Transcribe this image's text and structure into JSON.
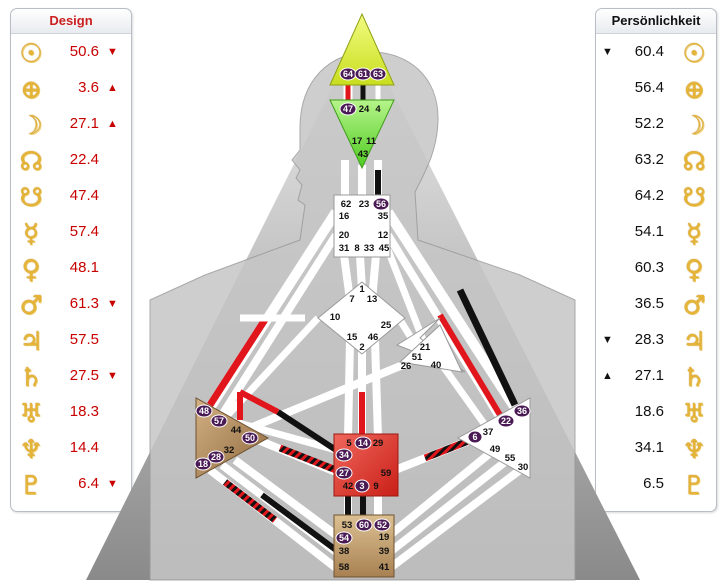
{
  "design": {
    "title": "Design",
    "rows": [
      {
        "icon": "sun-icon",
        "glyph": "☉",
        "value": "50.6",
        "arrow": "▼"
      },
      {
        "icon": "earth-icon",
        "glyph": "⊕",
        "value": "3.6",
        "arrow": "▲"
      },
      {
        "icon": "moon-icon",
        "glyph": "☽",
        "value": "27.1",
        "arrow": "▲"
      },
      {
        "icon": "north-node-icon",
        "glyph": "☊",
        "value": "22.4",
        "arrow": ""
      },
      {
        "icon": "south-node-icon",
        "glyph": "☋",
        "value": "47.4",
        "arrow": ""
      },
      {
        "icon": "mercury-icon",
        "glyph": "☿",
        "value": "57.4",
        "arrow": ""
      },
      {
        "icon": "venus-icon",
        "glyph": "♀",
        "value": "48.1",
        "arrow": ""
      },
      {
        "icon": "mars-icon",
        "glyph": "♂",
        "value": "61.3",
        "arrow": "▼"
      },
      {
        "icon": "jupiter-icon",
        "glyph": "♃",
        "value": "57.5",
        "arrow": ""
      },
      {
        "icon": "saturn-icon",
        "glyph": "♄",
        "value": "27.5",
        "arrow": "▼"
      },
      {
        "icon": "uranus-icon",
        "glyph": "♅",
        "value": "18.3",
        "arrow": ""
      },
      {
        "icon": "neptune-icon",
        "glyph": "♆",
        "value": "14.4",
        "arrow": ""
      },
      {
        "icon": "pluto-icon",
        "glyph": "♇",
        "value": "6.4",
        "arrow": "▼"
      }
    ]
  },
  "personality": {
    "title": "Persönlichkeit",
    "rows": [
      {
        "icon": "sun-icon",
        "glyph": "☉",
        "value": "60.4",
        "arrow": "▼"
      },
      {
        "icon": "earth-icon",
        "glyph": "⊕",
        "value": "56.4",
        "arrow": ""
      },
      {
        "icon": "moon-icon",
        "glyph": "☽",
        "value": "52.2",
        "arrow": ""
      },
      {
        "icon": "north-node-icon",
        "glyph": "☊",
        "value": "63.2",
        "arrow": ""
      },
      {
        "icon": "south-node-icon",
        "glyph": "☋",
        "value": "64.2",
        "arrow": ""
      },
      {
        "icon": "mercury-icon",
        "glyph": "☿",
        "value": "54.1",
        "arrow": ""
      },
      {
        "icon": "venus-icon",
        "glyph": "♀",
        "value": "60.3",
        "arrow": ""
      },
      {
        "icon": "mars-icon",
        "glyph": "♂",
        "value": "36.5",
        "arrow": ""
      },
      {
        "icon": "jupiter-icon",
        "glyph": "♃",
        "value": "28.3",
        "arrow": "▼"
      },
      {
        "icon": "saturn-icon",
        "glyph": "♄",
        "value": "27.1",
        "arrow": "▲"
      },
      {
        "icon": "uranus-icon",
        "glyph": "♅",
        "value": "18.6",
        "arrow": ""
      },
      {
        "icon": "neptune-icon",
        "glyph": "♆",
        "value": "34.1",
        "arrow": ""
      },
      {
        "icon": "pluto-icon",
        "glyph": "♇",
        "value": "6.5",
        "arrow": ""
      }
    ]
  },
  "colors": {
    "head_center": "#d9ef3a",
    "ajna_center": "#7ee043",
    "sacral_center": "#e23b30",
    "root_center": "#c2a070",
    "spleen_center": "#b28d5d",
    "design_channel": "#e0161c",
    "personality_channel": "#111111",
    "gate_badge": "#4a1a55"
  },
  "gates": {
    "g64": "64",
    "g61": "61",
    "g63": "63",
    "g47": "47",
    "g24": "24",
    "g4": "4",
    "g17": "17",
    "g11": "11",
    "g43": "43",
    "g62": "62",
    "g23": "23",
    "g56": "56",
    "g16": "16",
    "g35": "35",
    "g20": "20",
    "g12": "12",
    "g31": "31",
    "g8": "8",
    "g33": "33",
    "g45": "45",
    "g1": "1",
    "g7": "7",
    "g13": "13",
    "g10": "10",
    "g25": "25",
    "g15": "15",
    "g46": "46",
    "g2": "2",
    "g21": "21",
    "g51": "51",
    "g26": "26",
    "g40": "40",
    "g48": "48",
    "g57": "57",
    "g44": "44",
    "g50": "50",
    "g32": "32",
    "g28": "28",
    "g18": "18",
    "g36": "36",
    "g22": "22",
    "g37": "37",
    "g6": "6",
    "g49": "49",
    "g55": "55",
    "g30": "30",
    "g5": "5",
    "g14": "14",
    "g29": "29",
    "g34": "34",
    "g27": "27",
    "g59": "59",
    "g42": "42",
    "g3": "3",
    "g9": "9",
    "g53": "53",
    "g60": "60",
    "g52": "52",
    "g54": "54",
    "g19": "19",
    "g38": "38",
    "g39": "39",
    "g58": "58",
    "g41": "41"
  }
}
